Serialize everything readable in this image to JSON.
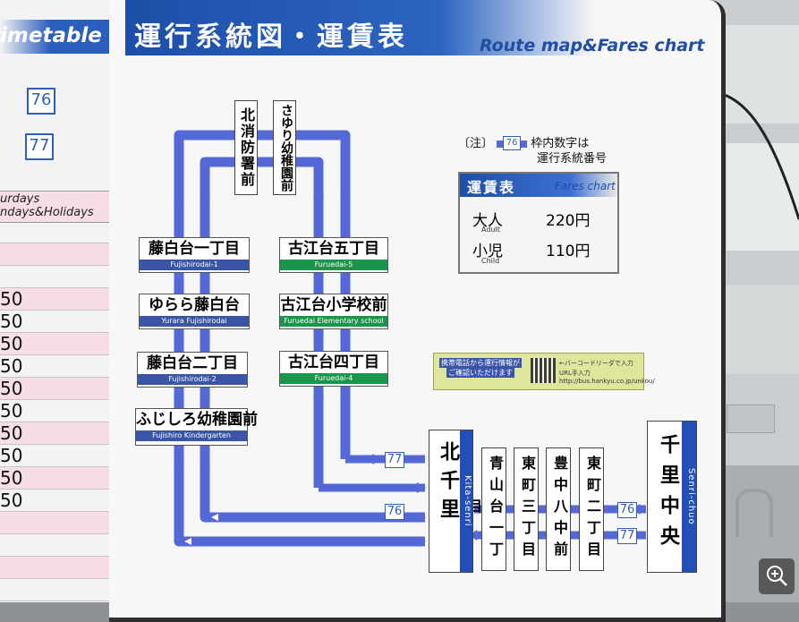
{
  "header": {
    "left_title": "imetable",
    "title_jp": "運行系統図・運賃表",
    "title_en": "Route map&Fares chart"
  },
  "timetable": {
    "route_76": "76",
    "route_77": "77",
    "saturdays": "urdays",
    "sundays": "ndays&Holidays",
    "minutes": [
      "50",
      "50",
      "50",
      "50",
      "50",
      "50",
      "50",
      "50",
      "50",
      "50"
    ]
  },
  "note": {
    "prefix": "〔注〕",
    "route": "76",
    "line1": "枠内数字は",
    "line2": "運行系統番号"
  },
  "fare": {
    "title_jp": "運賃表",
    "title_en": "Fares chart",
    "adult_jp": "大人",
    "adult_en": "Adult",
    "adult_price": "220円",
    "child_jp": "小児",
    "child_en": "Child",
    "child_price": "110円"
  },
  "stops_left": [
    {
      "jp": "藤白台一丁目",
      "en": "Fujishirodai-1"
    },
    {
      "jp": "ゆらら藤白台",
      "en": "Yurara Fujishirodai"
    },
    {
      "jp": "藤白台二丁目",
      "en": "Fujishirodai-2"
    },
    {
      "jp": "ふじしろ幼稚園前",
      "en": "Fujishiro Kindergarten"
    }
  ],
  "stops_right": [
    {
      "jp": "古江台五丁目",
      "en": "Furuedai-5"
    },
    {
      "jp": "古江台小学校前",
      "en": "Furuedai Elementary school"
    },
    {
      "jp": "古江台四丁目",
      "en": "Furuedai-4"
    }
  ],
  "vertical_stops": {
    "fire_station": "北消防署前",
    "sayuri": "さゆり幼稚園前",
    "aoyamadai": "青山台一丁目",
    "higashimachi3": "東町三丁目",
    "toyonaka": "豊中八中前",
    "higashimachi2": "東町二丁目"
  },
  "terminals": {
    "kita_senri_jp": "北千里",
    "kita_senri_en": "Kita-senri",
    "senri_chuo_jp": "千里中央",
    "senri_chuo_en": "Senri-chuo"
  },
  "route_labels": {
    "r77_a": "77",
    "r76_a": "76",
    "r76_b": "76",
    "r77_b": "77"
  },
  "qr": {
    "line1": "携帯電話から運行情報が",
    "line2": "ご確認いただけます",
    "line3": "←バーコードリーダで入力",
    "line4": "URL手入力",
    "line5": "http://bus.hankyu.co.jp/unkou/"
  },
  "colors": {
    "route_line": "#5468d8",
    "header_blue": "#1d4fa8",
    "stop_green": "#18964a",
    "stop_blue": "#3a55a5"
  }
}
